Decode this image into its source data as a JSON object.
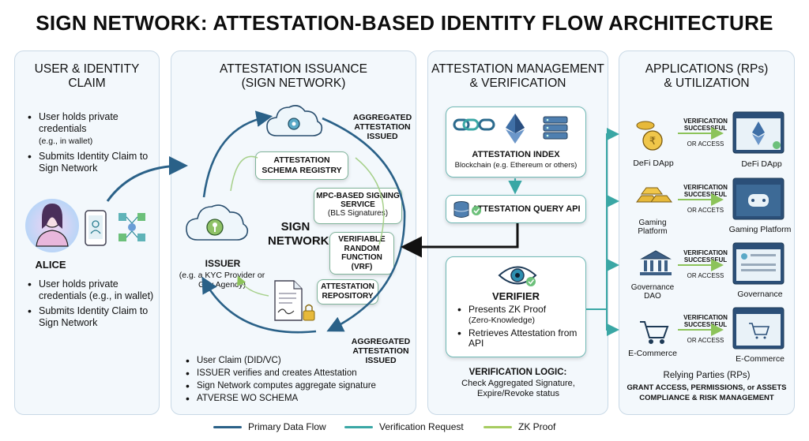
{
  "title": "SIGN NETWORK: ATTESTATION-BASED IDENTITY FLOW ARCHITECTURE",
  "colors": {
    "primary": "#2a6188",
    "verification": "#3aa7a5",
    "zk": "#a6cc60",
    "green_border": "#7fb39a"
  },
  "panel1": {
    "title": "USER & IDENTITY CLAIM",
    "top_bullets": [
      {
        "text": "User holds private credentials",
        "note": "(e.g., in wallet)"
      },
      {
        "text": "Submits Identity Claim to Sign Network"
      }
    ],
    "user_name": "ALICE",
    "bottom_bullets": [
      "User holds private credentials (e.g., in wallet)",
      "Submits Identity Claim to Sign Network"
    ]
  },
  "panel2": {
    "title": "ATTESTATION ISSUANCE (SIGN NETWORK)",
    "aggregated_top": "AGGREGATED ATTESTATION ISSUED",
    "aggregated_bottom": "AGGREGATED ATTESTATION ISSUED",
    "schema_registry": "ATTESTATION SCHEMA REGISTRY",
    "mpc": {
      "title": "MPC-BASED SIGNING SERVICE",
      "sub": "(BLS Signatures)"
    },
    "vrf": "VERIFIABLE RANDOM FUNCTION (VRF)",
    "repository": "ATTESTATION REPOSITORY",
    "network_label": "SIGN NETWORK",
    "issuer": {
      "title": "ISSUER",
      "sub": "(e.g. a KYC Provider or Gov Agency)"
    },
    "bullets": [
      "User Claim (DID/VC)",
      "ISSUER verifies and creates Attestation",
      "Sign Network computes aggregate signature",
      "ATVERSE WO SCHEMA"
    ]
  },
  "panel3": {
    "title": "ATTESTATION MANAGEMENT & VERIFICATION",
    "index": {
      "title": "ATTESTATION INDEX",
      "sub": "Blockchain (e.g. Ethereum or others)"
    },
    "query_api": "ATTESTATION QUERY API",
    "verifier": {
      "title": "VERIFIER",
      "bullets": [
        {
          "text": "Presents ZK Proof",
          "note": "(Zero-Knowledge)"
        },
        {
          "text": "Retrieves Attestation from API"
        }
      ]
    },
    "logic": {
      "title": "VERIFICATION LOGIC:",
      "text": "Check Aggregated Signature, Expire/Revoke status"
    }
  },
  "panel4": {
    "title": "APPLICATIONS (RPs) & UTILIZATION",
    "apps": [
      {
        "left": "DeFi DApp",
        "right": "DeFi DApp",
        "status": "VERIFICATION SUCCESSFUL",
        "access": "OR ACCESS"
      },
      {
        "left": "Gaming Platform",
        "right": "Gaming Platform",
        "status": "VERIFICATION SUCCESSFUL",
        "access": "OR ACCETS"
      },
      {
        "left": "Governance DAO",
        "right": "Governance",
        "status": "VERIFICATION SUCCESSFUL",
        "access": "OR ACCESS"
      },
      {
        "left": "E-Commerce",
        "right": "E-Commerce",
        "status": "VERIFICATION SUCCESSFUL",
        "access": "OR ACCESS"
      }
    ],
    "footer": {
      "title": "Relying Parties (RPs)",
      "line1": "GRANT ACCESS, PERMISSIONS, or ASSETS",
      "line2": "COMPLIANCE & RISK MANAGEMENT"
    }
  },
  "legend": [
    "Primary Data Flow",
    "Verification Request",
    "ZK Proof"
  ]
}
